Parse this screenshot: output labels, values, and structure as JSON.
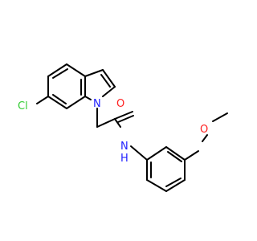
{
  "atoms": {
    "cl": {
      "label": "Cl",
      "color": "#33cc33"
    },
    "n_ring": {
      "label": "N",
      "color": "#2020ff"
    },
    "o_carbonyl": {
      "label": "O",
      "color": "#ff2020"
    },
    "n_amide": {
      "label": "N",
      "color": "#2020ff"
    },
    "h_amide": {
      "label": "H",
      "color": "#2020ff"
    },
    "o_methoxy": {
      "label": "O",
      "color": "#ff2020"
    }
  },
  "colors": {
    "bond": "#000000",
    "background": "#ffffff"
  }
}
